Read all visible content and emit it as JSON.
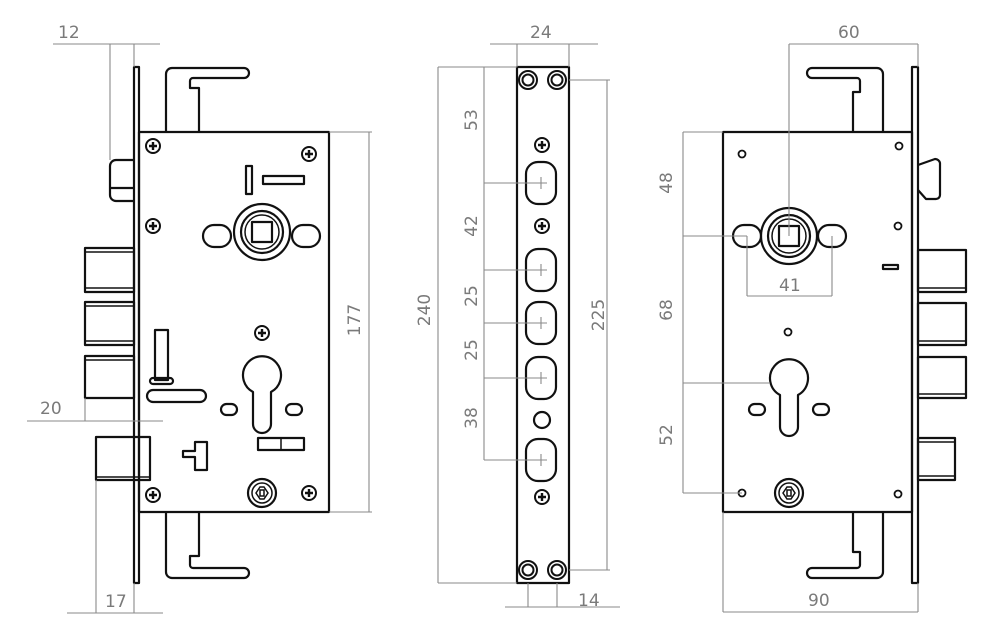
{
  "drawing": {
    "title": "Mortise lock dimensional drawing",
    "left_view": {
      "dim_top": "12",
      "dim_height": "177",
      "dim_bolt": "20",
      "dim_bottom": "17"
    },
    "front_view": {
      "dim_width": "24",
      "dim_total": "240",
      "dim_holes": "225",
      "dim_holes_width": "14",
      "bolt_spacing": [
        "53",
        "42",
        "25",
        "25",
        "38"
      ]
    },
    "right_view": {
      "dim_top": "60",
      "dim_spindle": "41",
      "dim_width": "90",
      "vertical_spacing": [
        "48",
        "68",
        "52"
      ]
    },
    "colors": {
      "line": "#111111",
      "dimension": "#8a8a8a"
    }
  }
}
